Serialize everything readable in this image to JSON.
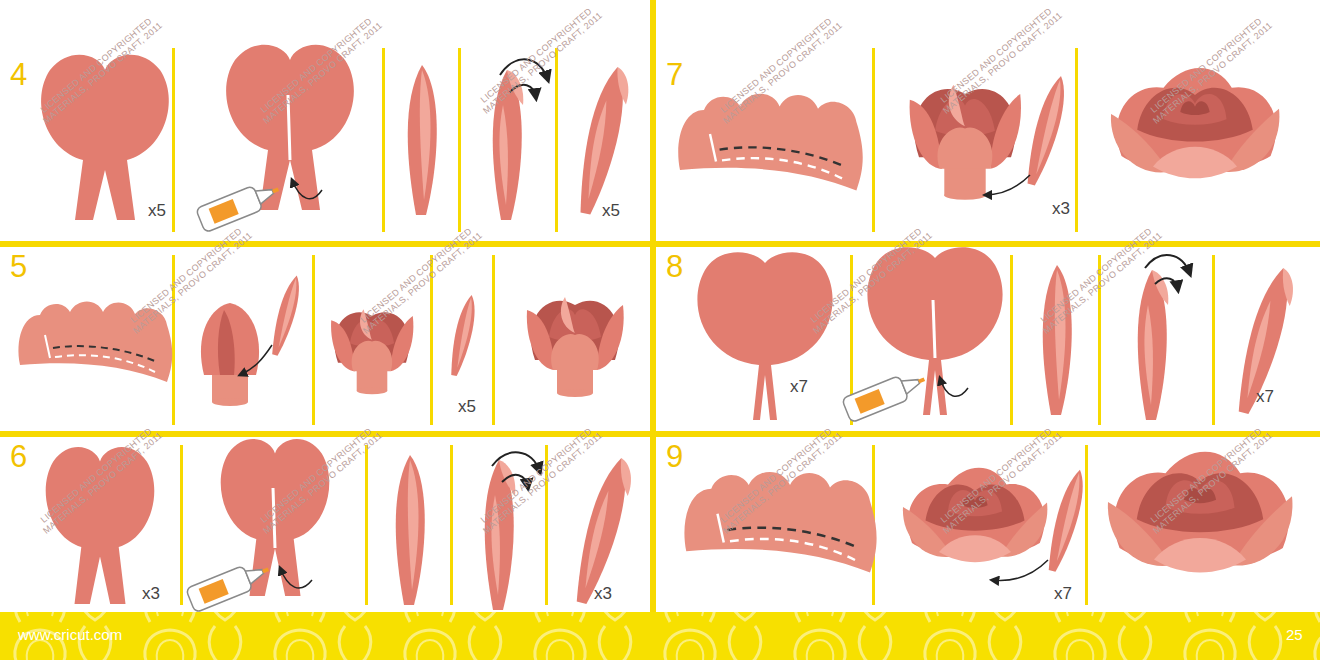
{
  "diagram": {
    "labels": [
      "4",
      "x5",
      "x5",
      "7",
      "x3",
      "5",
      "x5",
      "8",
      "x7",
      "x7",
      "6",
      "x3",
      "x3",
      "9",
      "x7",
      "LICENSED AND COPYRIGHTED MATERIALS, PROVO CRAFT, 2011",
      "LICENSED AND COPYRIGHTED MATERIALS, PROVO CRAFT, 2011",
      "LICENSED AND COPYRIGHTED MATERIALS, PROVO CRAFT, 2011",
      "LICENSED AND COPYRIGHTED MATERIALS, PROVO CRAFT, 2011",
      "LICENSED AND COPYRIGHTED MATERIALS, PROVO CRAFT, 2011",
      "LICENSED AND COPYRIGHTED MATERIALS, PROVO CRAFT, 2011",
      "LICENSED AND COPYRIGHTED MATERIALS, PROVO CRAFT, 2011",
      "LICENSED AND COPYRIGHTED MATERIALS, PROVO CRAFT, 2011",
      "LICENSED AND COPYRIGHTED MATERIALS, PROVO CRAFT, 2011",
      "LICENSED AND COPYRIGHTED MATERIALS, PROVO CRAFT, 2011",
      "LICENSED AND COPYRIGHTED MATERIALS, PROVO CRAFT, 2011",
      "LICENSED AND COPYRIGHTED MATERIALS, PROVO CRAFT, 2011",
      "LICENSED AND COPYRIGHTED MATERIALS, PROVO CRAFT, 2011",
      "LICENSED AND COPYRIGHTED MATERIALS, PROVO CRAFT, 2011",
      "LICENSED AND COPYRIGHTED MATERIALS, PROVO CRAFT, 2011",
      "LICENSED AND COPYRIGHTED MATERIALS, PROVO CRAFT, 2011",
      "www.cricut.com",
      "25"
    ]
  }
}
